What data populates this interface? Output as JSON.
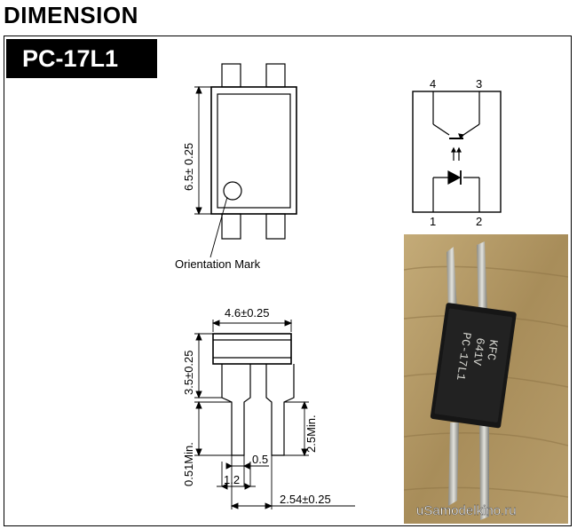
{
  "header": {
    "title": "DIMENSION"
  },
  "part": {
    "name": "PC-17L1"
  },
  "top_view": {
    "height_dim": "6.5± 0.25",
    "orientation_label": "Orientation Mark"
  },
  "side_view": {
    "width_dim": "4.6±0.25",
    "body_height_dim": "3.5±0.25",
    "standoff_dim": "0.51Min.",
    "lead_length_dim": "2.5Min.",
    "lead_width_dim": "0.5",
    "lead_shoulder_dim": "1.2",
    "pitch_dim": "2.54±0.25"
  },
  "schematic": {
    "pins": [
      "4",
      "3",
      "1",
      "2"
    ]
  },
  "photo": {
    "chip_marking": [
      "PC-17L1",
      "641V",
      "KFC"
    ],
    "watermark": "uSamodelkino.ru"
  },
  "colors": {
    "line": "#000000",
    "wood": "#b59a68",
    "chip": "#161616"
  }
}
